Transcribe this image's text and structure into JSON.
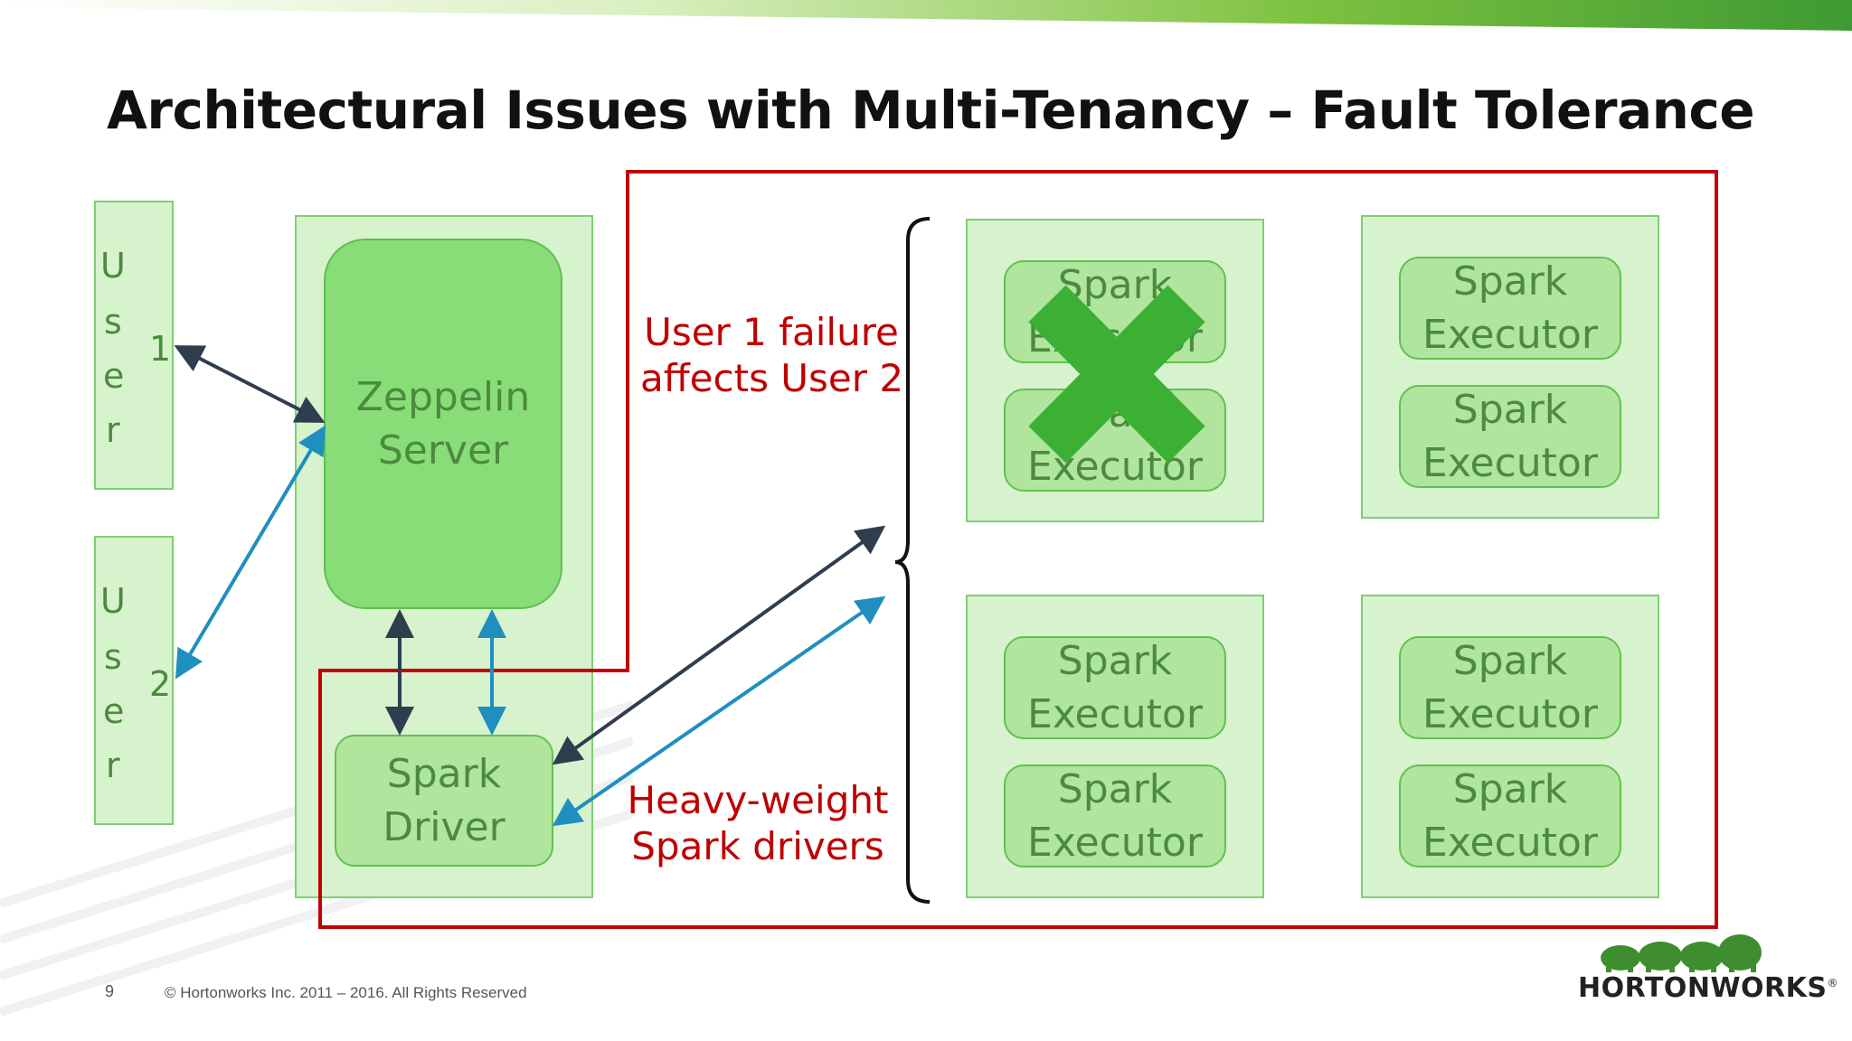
{
  "slide": {
    "title": "Architectural Issues with Multi-Tenancy – Fault Tolerance",
    "page_number": "9",
    "copyright": "© Hortonworks Inc. 2011 – 2016. All Rights Reserved",
    "logo_text": "HORTONWORKS",
    "logo_mark": "®"
  },
  "users": [
    {
      "letters": [
        "U",
        "s",
        "e",
        "r"
      ],
      "number": "1"
    },
    {
      "letters": [
        "U",
        "s",
        "e",
        "r"
      ],
      "number": "2"
    }
  ],
  "zeppelin": {
    "line1": "Zeppelin",
    "line2": "Server"
  },
  "driver": {
    "line1": "Spark",
    "line2": "Driver"
  },
  "annotations": {
    "failure_line1": "User 1 failure",
    "failure_line2": "affects User 2",
    "drivers_line1": "Heavy-weight",
    "drivers_line2": "Spark drivers"
  },
  "executor": {
    "line1": "Spark",
    "line2": "Executor"
  },
  "colors": {
    "light_box": "#d6f3ce",
    "inner_box": "#b0e59e",
    "zeppelin_box": "#88dd78",
    "red": "#c00000",
    "x_mark": "#3cb034",
    "arrow_dark": "#2f3e4e",
    "arrow_blue": "#1f8fc0"
  }
}
